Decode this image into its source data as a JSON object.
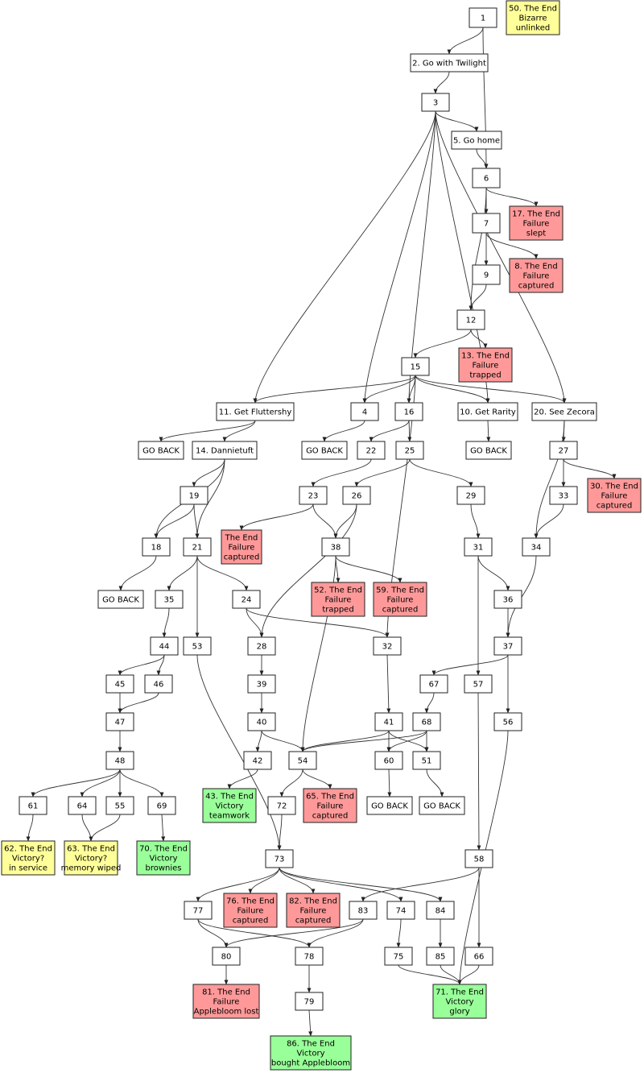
{
  "colors": {
    "plain": "#ffffff",
    "failure": "#ff9999",
    "victory": "#99ff99",
    "neutral": "#ffff99",
    "stroke": "#222222"
  },
  "nodes": [
    {
      "id": "n1",
      "lines": [
        "1"
      ],
      "kind": "plain"
    },
    {
      "id": "n50",
      "lines": [
        "50. The End",
        "Bizarre",
        "unlinked"
      ],
      "kind": "neutral"
    },
    {
      "id": "n2",
      "lines": [
        "2. Go with Twilight"
      ],
      "kind": "plain"
    },
    {
      "id": "n3",
      "lines": [
        "3"
      ],
      "kind": "plain"
    },
    {
      "id": "n5",
      "lines": [
        "5. Go home"
      ],
      "kind": "plain"
    },
    {
      "id": "n6",
      "lines": [
        "6"
      ],
      "kind": "plain"
    },
    {
      "id": "n7",
      "lines": [
        "7"
      ],
      "kind": "plain"
    },
    {
      "id": "n17",
      "lines": [
        "17. The End",
        "Failure",
        "slept"
      ],
      "kind": "failure"
    },
    {
      "id": "n9",
      "lines": [
        "9"
      ],
      "kind": "plain"
    },
    {
      "id": "n8",
      "lines": [
        "8. The End",
        "Failure",
        "captured"
      ],
      "kind": "failure"
    },
    {
      "id": "n12",
      "lines": [
        "12"
      ],
      "kind": "plain"
    },
    {
      "id": "n13",
      "lines": [
        "13. The End",
        "Failure",
        "trapped"
      ],
      "kind": "failure"
    },
    {
      "id": "n15",
      "lines": [
        "15"
      ],
      "kind": "plain"
    },
    {
      "id": "n11",
      "lines": [
        "11. Get Fluttershy"
      ],
      "kind": "plain"
    },
    {
      "id": "n4",
      "lines": [
        "4"
      ],
      "kind": "plain"
    },
    {
      "id": "n16",
      "lines": [
        "16"
      ],
      "kind": "plain"
    },
    {
      "id": "n10",
      "lines": [
        "10. Get Rarity"
      ],
      "kind": "plain"
    },
    {
      "id": "n20",
      "lines": [
        "20. See Zecora"
      ],
      "kind": "plain"
    },
    {
      "id": "gb1",
      "lines": [
        "GO BACK"
      ],
      "kind": "plain"
    },
    {
      "id": "n14",
      "lines": [
        "14. Dannietuft"
      ],
      "kind": "plain"
    },
    {
      "id": "gb2",
      "lines": [
        "GO BACK"
      ],
      "kind": "plain"
    },
    {
      "id": "n22",
      "lines": [
        "22"
      ],
      "kind": "plain"
    },
    {
      "id": "n25",
      "lines": [
        "25"
      ],
      "kind": "plain"
    },
    {
      "id": "gb3",
      "lines": [
        "GO BACK"
      ],
      "kind": "plain"
    },
    {
      "id": "n27",
      "lines": [
        "27"
      ],
      "kind": "plain"
    },
    {
      "id": "n19",
      "lines": [
        "19"
      ],
      "kind": "plain"
    },
    {
      "id": "n23",
      "lines": [
        "23"
      ],
      "kind": "plain"
    },
    {
      "id": "n26",
      "lines": [
        "26"
      ],
      "kind": "plain"
    },
    {
      "id": "n29",
      "lines": [
        "29"
      ],
      "kind": "plain"
    },
    {
      "id": "n33",
      "lines": [
        "33"
      ],
      "kind": "plain"
    },
    {
      "id": "n30",
      "lines": [
        "30. The End",
        "Failure",
        "captured"
      ],
      "kind": "failure"
    },
    {
      "id": "n18",
      "lines": [
        "18"
      ],
      "kind": "plain"
    },
    {
      "id": "n21",
      "lines": [
        "21"
      ],
      "kind": "plain"
    },
    {
      "id": "nTE",
      "lines": [
        "The End",
        "Failure",
        "captured"
      ],
      "kind": "failure"
    },
    {
      "id": "n38",
      "lines": [
        "38"
      ],
      "kind": "plain"
    },
    {
      "id": "n31",
      "lines": [
        "31"
      ],
      "kind": "plain"
    },
    {
      "id": "n34",
      "lines": [
        "34"
      ],
      "kind": "plain"
    },
    {
      "id": "gb4",
      "lines": [
        "GO BACK"
      ],
      "kind": "plain"
    },
    {
      "id": "n35",
      "lines": [
        "35"
      ],
      "kind": "plain"
    },
    {
      "id": "n24",
      "lines": [
        "24"
      ],
      "kind": "plain"
    },
    {
      "id": "n52",
      "lines": [
        "52. The End",
        "Failure",
        "trapped"
      ],
      "kind": "failure"
    },
    {
      "id": "n59",
      "lines": [
        "59. The End",
        "Failure",
        "captured"
      ],
      "kind": "failure"
    },
    {
      "id": "n36",
      "lines": [
        "36"
      ],
      "kind": "plain"
    },
    {
      "id": "n44",
      "lines": [
        "44"
      ],
      "kind": "plain"
    },
    {
      "id": "n53",
      "lines": [
        "53"
      ],
      "kind": "plain"
    },
    {
      "id": "n28",
      "lines": [
        "28"
      ],
      "kind": "plain"
    },
    {
      "id": "n32",
      "lines": [
        "32"
      ],
      "kind": "plain"
    },
    {
      "id": "n37",
      "lines": [
        "37"
      ],
      "kind": "plain"
    },
    {
      "id": "n45",
      "lines": [
        "45"
      ],
      "kind": "plain"
    },
    {
      "id": "n46",
      "lines": [
        "46"
      ],
      "kind": "plain"
    },
    {
      "id": "n39",
      "lines": [
        "39"
      ],
      "kind": "plain"
    },
    {
      "id": "n67",
      "lines": [
        "67"
      ],
      "kind": "plain"
    },
    {
      "id": "n57",
      "lines": [
        "57"
      ],
      "kind": "plain"
    },
    {
      "id": "n47",
      "lines": [
        "47"
      ],
      "kind": "plain"
    },
    {
      "id": "n40",
      "lines": [
        "40"
      ],
      "kind": "plain"
    },
    {
      "id": "n41",
      "lines": [
        "41"
      ],
      "kind": "plain"
    },
    {
      "id": "n68",
      "lines": [
        "68"
      ],
      "kind": "plain"
    },
    {
      "id": "n56",
      "lines": [
        "56"
      ],
      "kind": "plain"
    },
    {
      "id": "n48",
      "lines": [
        "48"
      ],
      "kind": "plain"
    },
    {
      "id": "n42",
      "lines": [
        "42"
      ],
      "kind": "plain"
    },
    {
      "id": "n54",
      "lines": [
        "54"
      ],
      "kind": "plain"
    },
    {
      "id": "n60",
      "lines": [
        "60"
      ],
      "kind": "plain"
    },
    {
      "id": "n51",
      "lines": [
        "51"
      ],
      "kind": "plain"
    },
    {
      "id": "n61",
      "lines": [
        "61"
      ],
      "kind": "plain"
    },
    {
      "id": "n64",
      "lines": [
        "64"
      ],
      "kind": "plain"
    },
    {
      "id": "n55",
      "lines": [
        "55"
      ],
      "kind": "plain"
    },
    {
      "id": "n69",
      "lines": [
        "69"
      ],
      "kind": "plain"
    },
    {
      "id": "n43",
      "lines": [
        "43. The End",
        "Victory",
        "teamwork"
      ],
      "kind": "victory"
    },
    {
      "id": "n72",
      "lines": [
        "72"
      ],
      "kind": "plain"
    },
    {
      "id": "n65",
      "lines": [
        "65. The End",
        "Failure",
        "captured"
      ],
      "kind": "failure"
    },
    {
      "id": "gb5",
      "lines": [
        "GO BACK"
      ],
      "kind": "plain"
    },
    {
      "id": "gb6",
      "lines": [
        "GO BACK"
      ],
      "kind": "plain"
    },
    {
      "id": "n62",
      "lines": [
        "62. The End",
        "Victory?",
        "in service"
      ],
      "kind": "neutral"
    },
    {
      "id": "n63",
      "lines": [
        "63. The End",
        "Victory?",
        "memory wiped"
      ],
      "kind": "neutral"
    },
    {
      "id": "n70",
      "lines": [
        "70. The End",
        "Victory",
        "brownies"
      ],
      "kind": "victory"
    },
    {
      "id": "n73",
      "lines": [
        "73"
      ],
      "kind": "plain"
    },
    {
      "id": "n58",
      "lines": [
        "58"
      ],
      "kind": "plain"
    },
    {
      "id": "n77",
      "lines": [
        "77"
      ],
      "kind": "plain"
    },
    {
      "id": "n76",
      "lines": [
        "76. The End",
        "Failure",
        "captured"
      ],
      "kind": "failure"
    },
    {
      "id": "n82",
      "lines": [
        "82. The End",
        "Failure",
        "captured"
      ],
      "kind": "failure"
    },
    {
      "id": "n83",
      "lines": [
        "83"
      ],
      "kind": "plain"
    },
    {
      "id": "n74",
      "lines": [
        "74"
      ],
      "kind": "plain"
    },
    {
      "id": "n84",
      "lines": [
        "84"
      ],
      "kind": "plain"
    },
    {
      "id": "n80",
      "lines": [
        "80"
      ],
      "kind": "plain"
    },
    {
      "id": "n78",
      "lines": [
        "78"
      ],
      "kind": "plain"
    },
    {
      "id": "n75",
      "lines": [
        "75"
      ],
      "kind": "plain"
    },
    {
      "id": "n85",
      "lines": [
        "85"
      ],
      "kind": "plain"
    },
    {
      "id": "n66",
      "lines": [
        "66"
      ],
      "kind": "plain"
    },
    {
      "id": "n81",
      "lines": [
        "81. The End",
        "Failure",
        "Applebloom lost"
      ],
      "kind": "failure"
    },
    {
      "id": "n79",
      "lines": [
        "79"
      ],
      "kind": "plain"
    },
    {
      "id": "n71",
      "lines": [
        "71. The End",
        "Victory",
        "glory"
      ],
      "kind": "victory"
    },
    {
      "id": "n86",
      "lines": [
        "86. The End",
        "Victory",
        "bought Applebloom"
      ],
      "kind": "victory"
    }
  ],
  "edges": [
    [
      "n1",
      "n2"
    ],
    [
      "n1",
      "n6"
    ],
    [
      "n2",
      "n3"
    ],
    [
      "n3",
      "n5"
    ],
    [
      "n3",
      "n11"
    ],
    [
      "n3",
      "n4"
    ],
    [
      "n3",
      "n16"
    ],
    [
      "n3",
      "n10"
    ],
    [
      "n3",
      "n20"
    ],
    [
      "n5",
      "n6"
    ],
    [
      "n6",
      "n7"
    ],
    [
      "n6",
      "n17"
    ],
    [
      "n6",
      "n12"
    ],
    [
      "n7",
      "n9"
    ],
    [
      "n7",
      "n8"
    ],
    [
      "n9",
      "n12"
    ],
    [
      "n12",
      "n13"
    ],
    [
      "n12",
      "n15"
    ],
    [
      "n15",
      "n11"
    ],
    [
      "n15",
      "n4"
    ],
    [
      "n15",
      "n16"
    ],
    [
      "n15",
      "n10"
    ],
    [
      "n15",
      "n20"
    ],
    [
      "n15",
      "n32"
    ],
    [
      "n11",
      "gb1"
    ],
    [
      "n11",
      "n14"
    ],
    [
      "n4",
      "gb2"
    ],
    [
      "n16",
      "n22"
    ],
    [
      "n16",
      "n25"
    ],
    [
      "n10",
      "gb3"
    ],
    [
      "n20",
      "n27"
    ],
    [
      "n20",
      "n34"
    ],
    [
      "n14",
      "n19"
    ],
    [
      "n14",
      "n18"
    ],
    [
      "n14",
      "n21"
    ],
    [
      "n22",
      "n23"
    ],
    [
      "n25",
      "n26"
    ],
    [
      "n25",
      "n29"
    ],
    [
      "n27",
      "n33"
    ],
    [
      "n27",
      "n30"
    ],
    [
      "n19",
      "n18"
    ],
    [
      "n19",
      "n21"
    ],
    [
      "n23",
      "nTE"
    ],
    [
      "n23",
      "n38"
    ],
    [
      "n26",
      "n38"
    ],
    [
      "n26",
      "n28"
    ],
    [
      "n29",
      "n31"
    ],
    [
      "n33",
      "n34"
    ],
    [
      "n18",
      "gb4"
    ],
    [
      "n21",
      "n35"
    ],
    [
      "n21",
      "n53"
    ],
    [
      "n21",
      "n24"
    ],
    [
      "n38",
      "n52"
    ],
    [
      "n38",
      "n59"
    ],
    [
      "n38",
      "n54"
    ],
    [
      "n31",
      "n36"
    ],
    [
      "n31",
      "n57"
    ],
    [
      "n34",
      "n37"
    ],
    [
      "n36",
      "n37"
    ],
    [
      "n35",
      "n44"
    ],
    [
      "n24",
      "n28"
    ],
    [
      "n24",
      "n32"
    ],
    [
      "n44",
      "n45"
    ],
    [
      "n44",
      "n46"
    ],
    [
      "n28",
      "n39"
    ],
    [
      "n32",
      "n41"
    ],
    [
      "n37",
      "n67"
    ],
    [
      "n37",
      "n56"
    ],
    [
      "n45",
      "n47"
    ],
    [
      "n46",
      "n47"
    ],
    [
      "n39",
      "n40"
    ],
    [
      "n67",
      "n68"
    ],
    [
      "n57",
      "n58"
    ],
    [
      "n47",
      "n48"
    ],
    [
      "n40",
      "n42"
    ],
    [
      "n40",
      "n54"
    ],
    [
      "n41",
      "n54"
    ],
    [
      "n41",
      "n60"
    ],
    [
      "n41",
      "n51"
    ],
    [
      "n68",
      "n54"
    ],
    [
      "n68",
      "n60"
    ],
    [
      "n68",
      "n51"
    ],
    [
      "n56",
      "n71"
    ],
    [
      "n48",
      "n61"
    ],
    [
      "n48",
      "n64"
    ],
    [
      "n48",
      "n55"
    ],
    [
      "n48",
      "n69"
    ],
    [
      "n42",
      "n43"
    ],
    [
      "n54",
      "n72"
    ],
    [
      "n54",
      "n65"
    ],
    [
      "n60",
      "gb5"
    ],
    [
      "n51",
      "gb6"
    ],
    [
      "n61",
      "n62"
    ],
    [
      "n64",
      "n63"
    ],
    [
      "n55",
      "n63"
    ],
    [
      "n69",
      "n70"
    ],
    [
      "n72",
      "n73"
    ],
    [
      "n53",
      "n73"
    ],
    [
      "n73",
      "n77"
    ],
    [
      "n73",
      "n76"
    ],
    [
      "n73",
      "n82"
    ],
    [
      "n73",
      "n74"
    ],
    [
      "n73",
      "n84"
    ],
    [
      "n58",
      "n83"
    ],
    [
      "n58",
      "n66"
    ],
    [
      "n77",
      "n80"
    ],
    [
      "n77",
      "n78"
    ],
    [
      "n83",
      "n80"
    ],
    [
      "n83",
      "n78"
    ],
    [
      "n74",
      "n75"
    ],
    [
      "n84",
      "n85"
    ],
    [
      "n80",
      "n81"
    ],
    [
      "n78",
      "n79"
    ],
    [
      "n75",
      "n71"
    ],
    [
      "n85",
      "n71"
    ],
    [
      "n66",
      "n71"
    ],
    [
      "n79",
      "n86"
    ]
  ]
}
